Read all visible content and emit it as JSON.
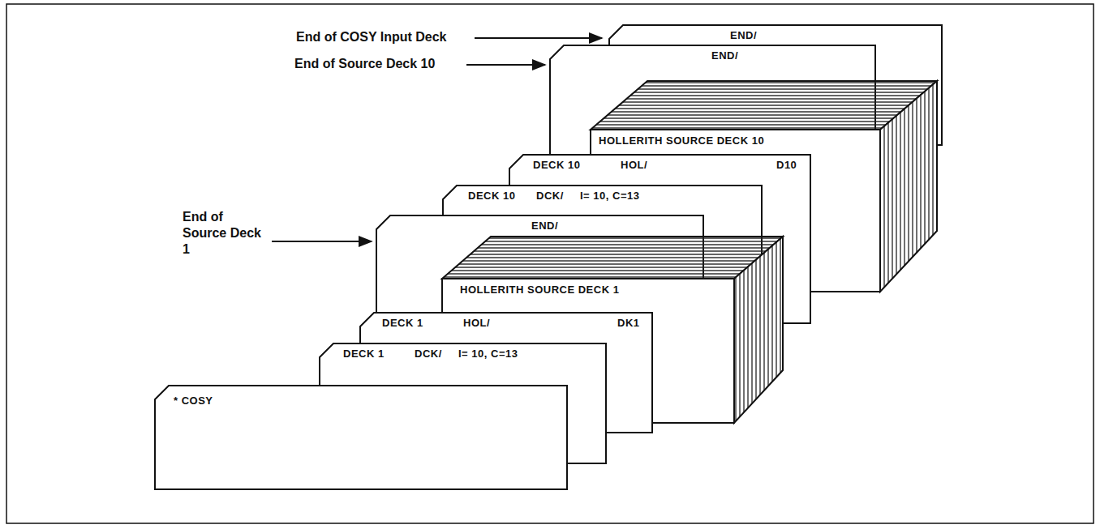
{
  "diagram": {
    "nodes": [
      {
        "text": [
          "* COSY"
        ]
      },
      {
        "text": [
          "DECK 1",
          "DCK/",
          "I= 10, C=13"
        ]
      },
      {
        "text": [
          "DECK 1",
          "HOL/",
          "DK1"
        ]
      },
      {
        "text": [
          "HOLLERITH SOURCE DECK 1"
        ]
      },
      {
        "text": [
          "END/"
        ]
      },
      {
        "text": [
          "DECK 10",
          "DCK/",
          "I= 10, C=13"
        ]
      },
      {
        "text": [
          "DECK 10",
          "HOL/",
          "D10"
        ]
      },
      {
        "text": [
          "HOLLERITH SOURCE DECK 10"
        ]
      },
      {
        "text": [
          "END/"
        ]
      },
      {
        "text": [
          "END/"
        ]
      }
    ],
    "labels": [
      "End of COSY Input Deck",
      "End of Source Deck 10",
      "End of Source Deck 1"
    ]
  }
}
